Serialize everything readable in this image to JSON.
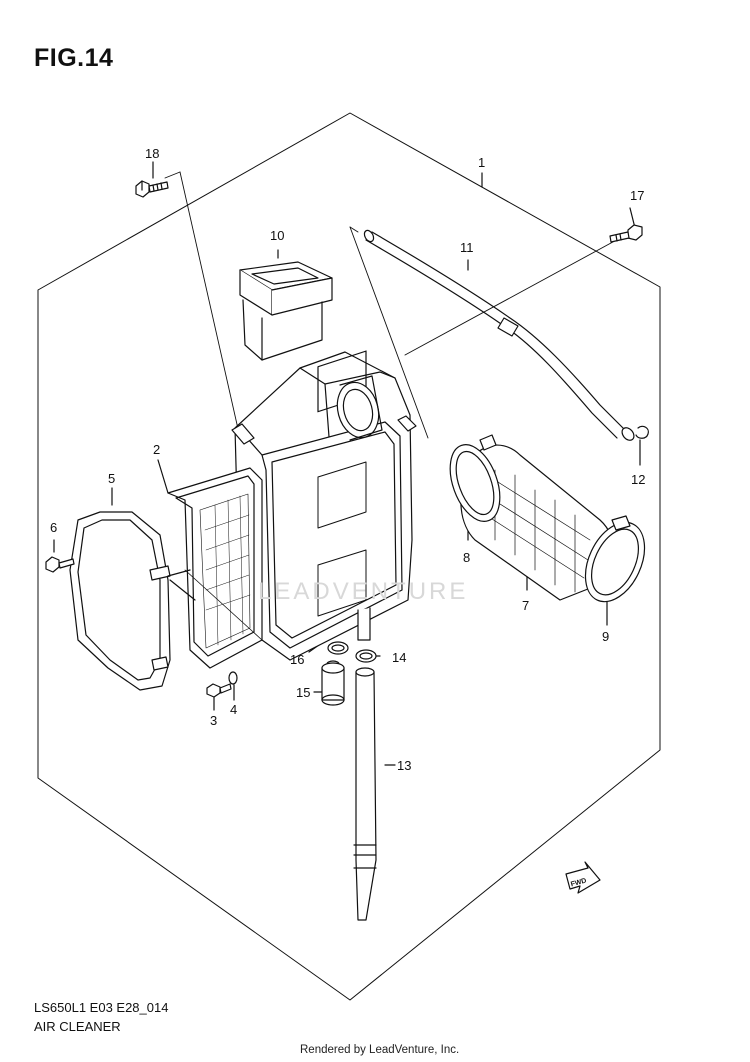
{
  "figure": {
    "title": "FIG.14"
  },
  "callouts": [
    "1",
    "2",
    "3",
    "4",
    "5",
    "6",
    "7",
    "8",
    "9",
    "10",
    "11",
    "12",
    "13",
    "14",
    "15",
    "16",
    "17",
    "18"
  ],
  "watermark": "LEADVENTURE",
  "footer": {
    "model_code": "LS650L1 E03 E28_014",
    "section_name": "AIR CLEANER",
    "credit": "Rendered by LeadVenture, Inc."
  },
  "fwd_label": "FWD"
}
